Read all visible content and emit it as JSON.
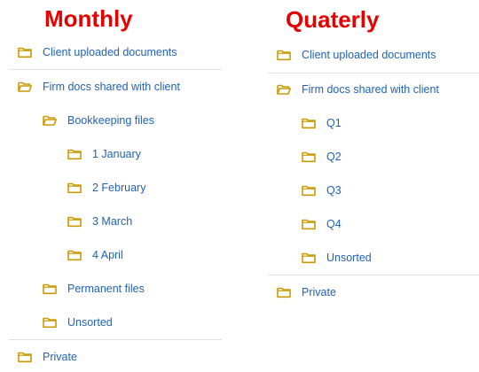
{
  "colors": {
    "title": "#e60000",
    "link": "#1f62b5",
    "folder": "#c99a06",
    "divider": "#e3e3e3"
  },
  "monthly": {
    "title": "Monthly",
    "items": [
      {
        "label": "Client uploaded documents",
        "icon": "folder-icon"
      },
      {
        "label": "Firm docs shared with client",
        "icon": "folder-open-icon"
      },
      {
        "label": "Bookkeeping files",
        "icon": "folder-open-icon"
      },
      {
        "label": "1 January",
        "icon": "folder-icon"
      },
      {
        "label": "2 February",
        "icon": "folder-icon"
      },
      {
        "label": "3 March",
        "icon": "folder-icon"
      },
      {
        "label": "4 April",
        "icon": "folder-icon"
      },
      {
        "label": "Permanent files",
        "icon": "folder-icon"
      },
      {
        "label": "Unsorted",
        "icon": "folder-icon"
      },
      {
        "label": "Private",
        "icon": "folder-icon"
      }
    ]
  },
  "quarterly": {
    "title": "Quaterly",
    "items": [
      {
        "label": "Client uploaded documents",
        "icon": "folder-icon"
      },
      {
        "label": "Firm docs shared with client",
        "icon": "folder-open-icon"
      },
      {
        "label": "Q1",
        "icon": "folder-icon"
      },
      {
        "label": "Q2",
        "icon": "folder-icon"
      },
      {
        "label": "Q3",
        "icon": "folder-icon"
      },
      {
        "label": "Q4",
        "icon": "folder-icon"
      },
      {
        "label": "Unsorted",
        "icon": "folder-icon"
      },
      {
        "label": "Private",
        "icon": "folder-icon"
      }
    ]
  }
}
